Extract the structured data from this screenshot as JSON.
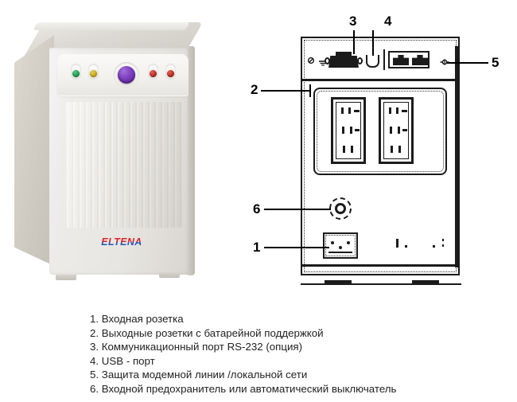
{
  "figure": {
    "product_brand": "ELTENA",
    "photo_alt_name": "ups-tower-front-photo",
    "diagram_alt_name": "ups-rear-panel-diagram"
  },
  "front_panel": {
    "leds": [
      {
        "name": "status-led-green",
        "color": "#1f9d4d"
      },
      {
        "name": "status-led-yellow",
        "color": "#c7a913"
      },
      {
        "name": "status-led-red-1",
        "color": "#c02a22"
      },
      {
        "name": "status-led-red-2",
        "color": "#c02a22"
      }
    ],
    "power_button": {
      "name": "power-button",
      "color": "#7d3fc0"
    }
  },
  "callouts": [
    {
      "id": "1",
      "label": "1"
    },
    {
      "id": "2",
      "label": "2"
    },
    {
      "id": "3",
      "label": "3"
    },
    {
      "id": "4",
      "label": "4"
    },
    {
      "id": "5",
      "label": "5"
    },
    {
      "id": "6",
      "label": "6"
    }
  ],
  "legend": {
    "items": [
      "1. Входная розетка",
      "2. Выходные розетки с батарейной поддержкой",
      "3. Коммуникационный порт RS-232 (опция)",
      "4. USB - порт",
      "5. Защита модемной линии /локальной сети",
      "6. Входной предохранитель или автоматический выключатель"
    ]
  },
  "colors": {
    "background": "#ffffff",
    "line": "#1b1b1b",
    "text": "#222222",
    "brand_red": "#d8232a",
    "brand_blue": "#2b55b5"
  }
}
